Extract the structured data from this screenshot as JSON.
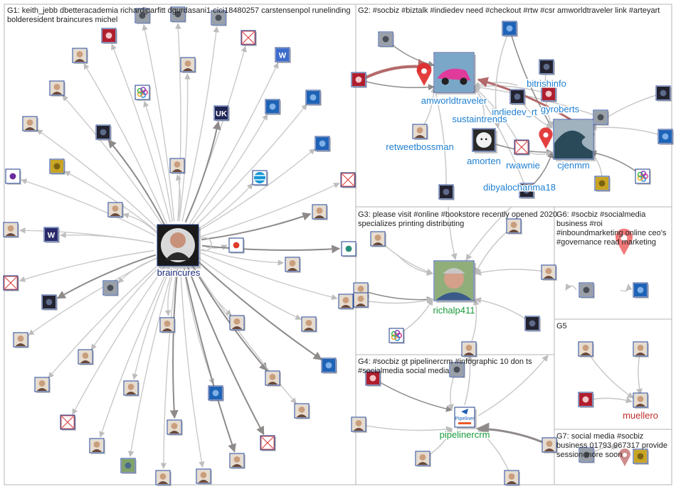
{
  "colors": {
    "edge": "#c9c9c9",
    "edge_dark": "#8f8a8a",
    "edge_red": "#b46a6a",
    "hub_label_g1": "#1a2a78",
    "label_blue": "#1f7fd1",
    "label_green": "#1a9a3a",
    "label_red": "#c22f2f",
    "marker_red": "#e02a2a"
  },
  "groups": {
    "g1": "G1: keith_jebb dbetteracademia richardjparfitt dgurdasani1 cici18480257 carstensenpol runelinding bolderesident braincures michel",
    "g2": "G2: #socbiz #biztalk #indiedev need #checkout #rtw #csr amworldtraveler link #arteyart",
    "g3": "G3: please visit #online #bookstore recently opened 2020 specializes printing distributing",
    "g4": "G4: #socbiz gt pipelinercrm #infographic 10 don ts #socialmedia social media",
    "g5": "G5",
    "g6": "G6: #socbiz #socialmedia business #roi #inboundmarketing online ceo's #governance read marketing",
    "g7": "G7: social media #socbiz business 01793 967317 provide session more soon"
  },
  "node_labels": {
    "braincures": "braincures",
    "amworldtraveler": "amworldtraveler",
    "bitrishinfo": "bitrishinfo",
    "indiedev_rt": "indiedev_rt",
    "gyroberts": "gyroberts",
    "sustaintrends": "sustaintrends",
    "retweetbossman": "retweetbossman",
    "amorten": "amorten",
    "rwawnie": "rwawnie",
    "cjenmm": "cjenmm",
    "dibyalochanma18": "dibyalochanma18",
    "richalp411": "richalp411",
    "pipelinercrm": "pipelinercrm",
    "muellero": "muellero"
  },
  "icons": {
    "hub": "person-avatar",
    "broken": "broken-image",
    "word": "w-logo",
    "ukri": "ukri-logo",
    "att": "att-globe",
    "ring": "colorful-ring-logo",
    "car": "car-photo",
    "wave": "wave-photo",
    "dog": "dog-photo",
    "pipeliner": "pipeliner-logo",
    "twitter": "bird-icon"
  }
}
